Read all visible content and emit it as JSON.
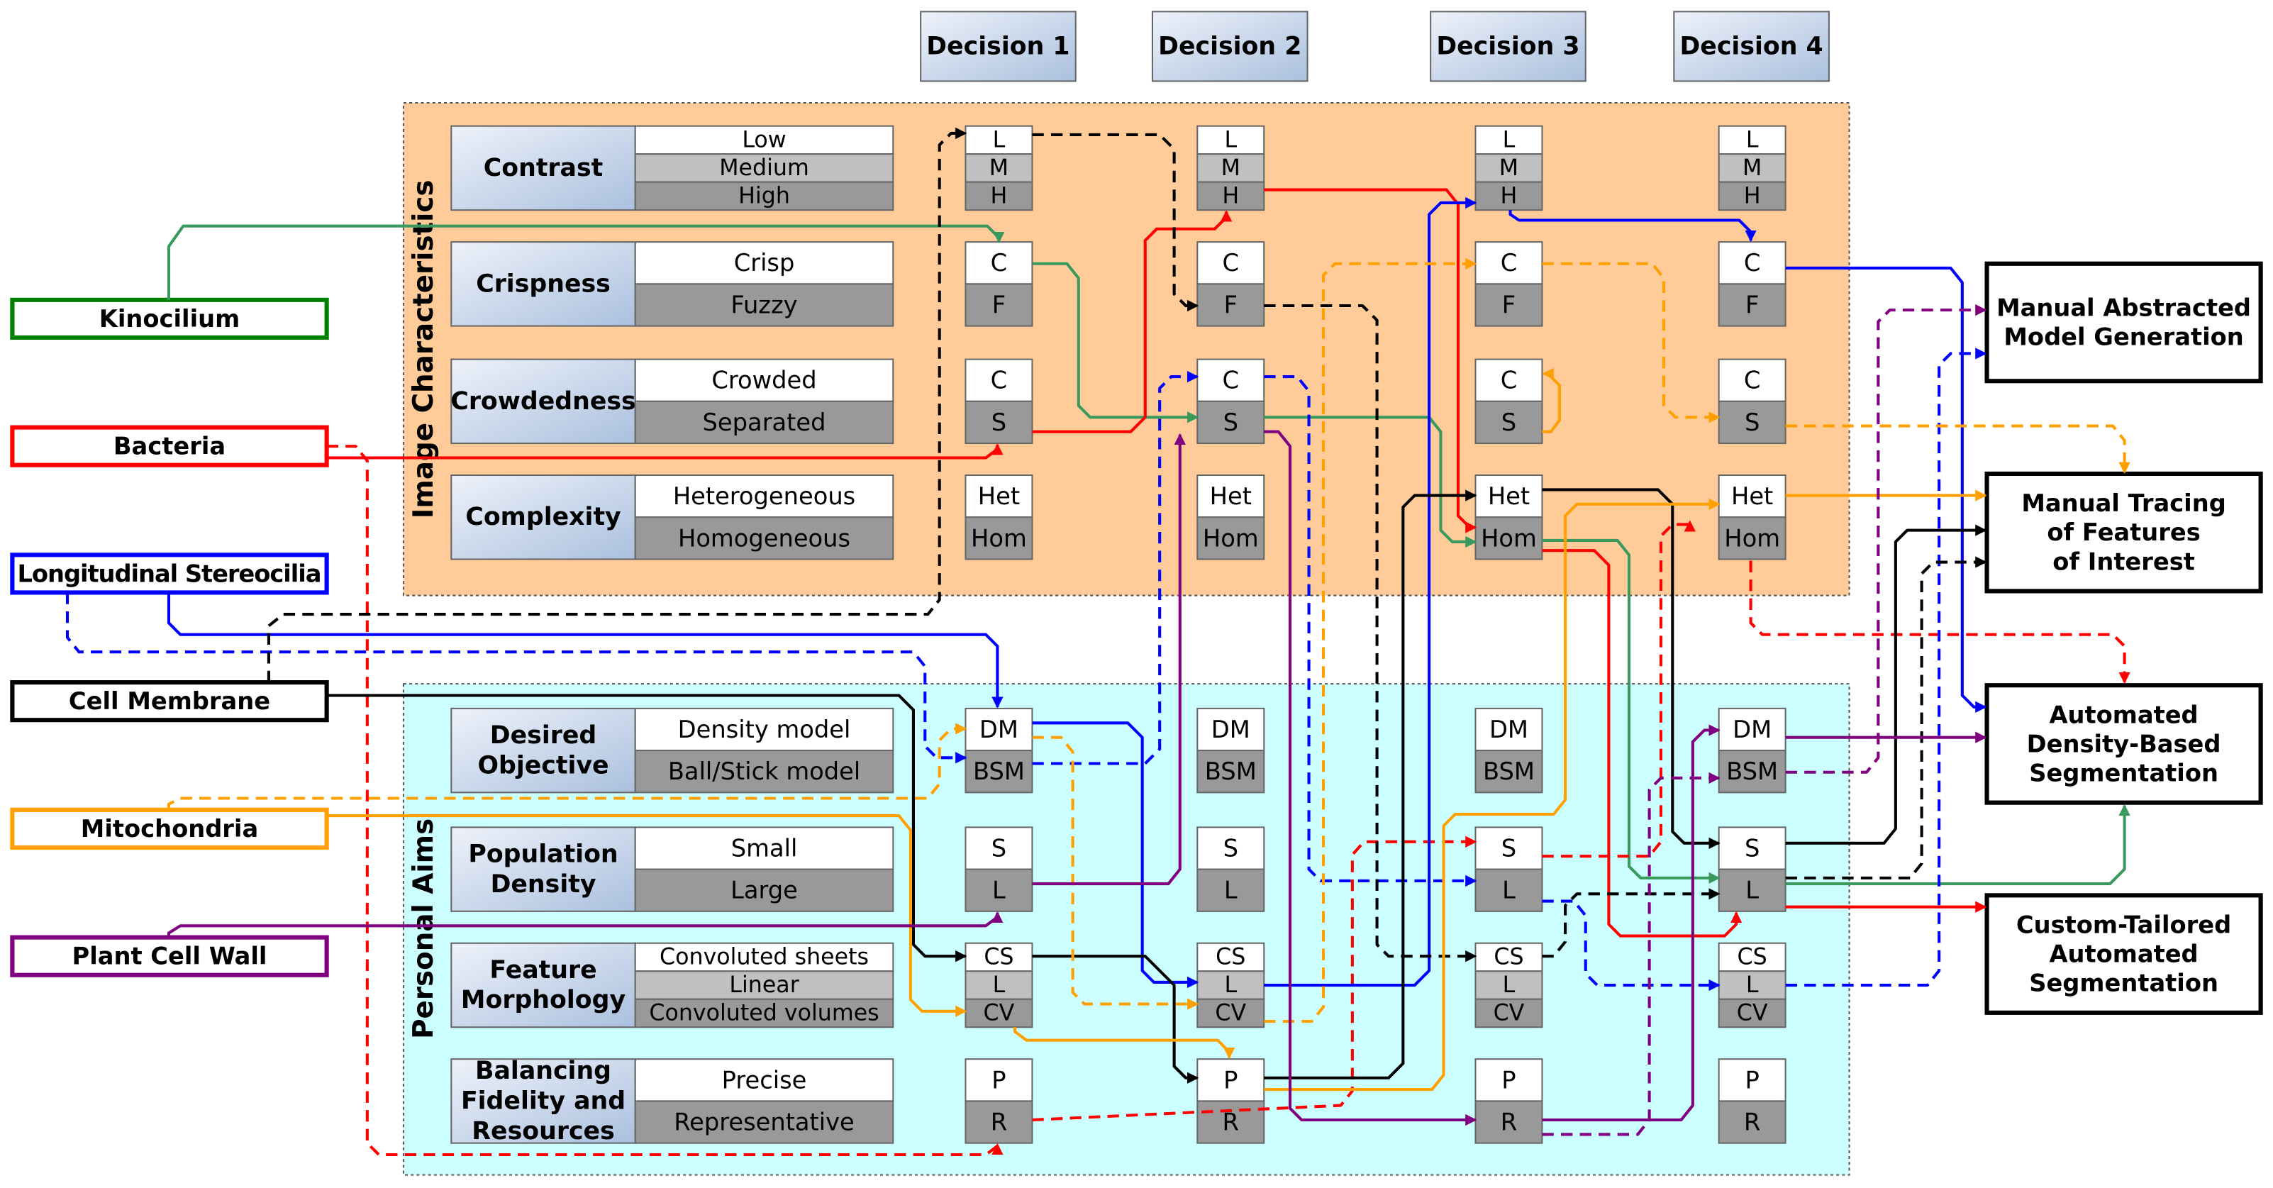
{
  "decisions": [
    "Decision 1",
    "Decision 2",
    "Decision 3",
    "Decision 4"
  ],
  "sections": [
    {
      "title": "Image Characteristics",
      "color": "#ffcc99",
      "categories": [
        {
          "label": [
            "Contrast"
          ],
          "options": [
            "Low",
            "Medium",
            "High"
          ],
          "codes": [
            "L",
            "M",
            "H"
          ]
        },
        {
          "label": [
            "Crispness"
          ],
          "options": [
            "Crisp",
            "Fuzzy"
          ],
          "codes": [
            "C",
            "F"
          ]
        },
        {
          "label": [
            "Crowdedness"
          ],
          "options": [
            "Crowded",
            "Separated"
          ],
          "codes": [
            "C",
            "S"
          ]
        },
        {
          "label": [
            "Complexity"
          ],
          "options": [
            "Heterogeneous",
            "Homogeneous"
          ],
          "codes": [
            "Het",
            "Hom"
          ]
        }
      ]
    },
    {
      "title": "Personal Aims",
      "color": "#ccffff",
      "categories": [
        {
          "label": [
            "Desired",
            "Objective"
          ],
          "options": [
            "Density model",
            "Ball/Stick model"
          ],
          "codes": [
            "DM",
            "BSM"
          ]
        },
        {
          "label": [
            "Population",
            "Density"
          ],
          "options": [
            "Small",
            "Large"
          ],
          "codes": [
            "S",
            "L"
          ]
        },
        {
          "label": [
            "Feature",
            "Morphology"
          ],
          "options": [
            "Convoluted sheets",
            "Linear",
            "Convoluted volumes"
          ],
          "codes": [
            "CS",
            "L",
            "CV"
          ]
        },
        {
          "label": [
            "Balancing",
            "Fidelity and",
            "Resources"
          ],
          "options": [
            "Precise",
            "Representative"
          ],
          "codes": [
            "P",
            "R"
          ]
        }
      ]
    }
  ],
  "sources": [
    {
      "label": "Kinocilium",
      "color": "#008000"
    },
    {
      "label": "Bacteria",
      "color": "#ff0000"
    },
    {
      "label": "Longitudinal Stereocilia",
      "color": "#0000ff"
    },
    {
      "label": "Cell Membrane",
      "color": "#000000"
    },
    {
      "label": "Mitochondria",
      "color": "#ffa000"
    },
    {
      "label": "Plant Cell Wall",
      "color": "#800080"
    }
  ],
  "outcomes": [
    {
      "label": [
        "Manual Abstracted",
        "Model Generation"
      ]
    },
    {
      "label": [
        "Manual Tracing",
        "of Features",
        "of Interest"
      ]
    },
    {
      "label": [
        "Automated",
        "Density-Based",
        "Segmentation"
      ]
    },
    {
      "label": [
        "Custom-Tailored",
        "Automated",
        "Segmentation"
      ]
    }
  ],
  "edge_colors": {
    "kinocilium": "#3a9a5e",
    "bacteria": "#ff0000",
    "stereocilia": "#0000ff",
    "membrane": "#000000",
    "mitochondria": "#ffa000",
    "plant_cell_wall": "#800080"
  }
}
